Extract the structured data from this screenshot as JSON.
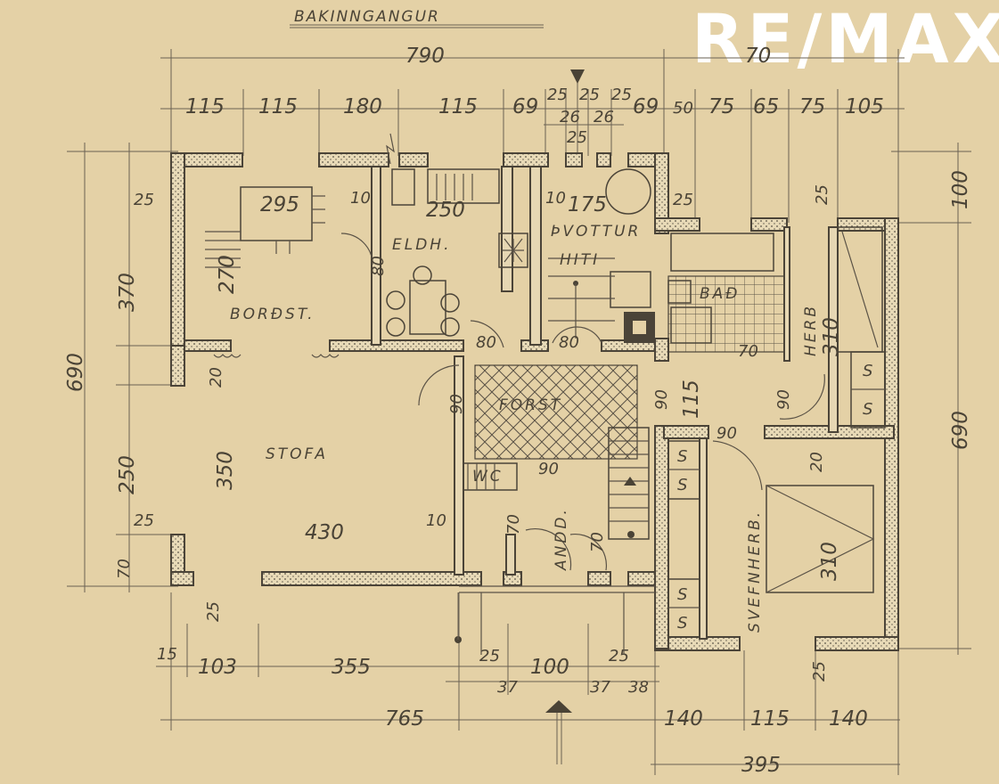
{
  "title": "BAKINNGANGUR",
  "brand": {
    "logo_text": "RE/MAX",
    "logo_color": "#ffffff",
    "paper_color": "#e4d1a6",
    "ink_color": "#4b4438"
  },
  "rooms": {
    "eldh": "ELDH.",
    "bordst": "BORÐST.",
    "hiti": "HITI",
    "bad": "BAÐ",
    "herb_top": "HERB",
    "stofa": "STOFA",
    "forst": "FORST",
    "andd": "ANDD.",
    "svefnherb": "SVEFNHERB.",
    "wc": "WC",
    "dvottur": "ÞVOTTUR"
  },
  "top_dims": {
    "total": "790",
    "labels": [
      "115",
      "115",
      "180",
      "115",
      "69",
      "25",
      "25",
      "25",
      "69",
      "50",
      "75",
      "65",
      "75",
      "105"
    ],
    "sub_labels": [
      "26",
      "26",
      "25"
    ],
    "small": "70"
  },
  "bottom_dims": {
    "row1": [
      "15",
      "103",
      "355",
      "25",
      "100",
      "25"
    ],
    "row2": [
      "37",
      "37",
      "38"
    ],
    "total_left": "765",
    "right_parts": [
      "140",
      "115",
      "140"
    ],
    "total_right": "395"
  },
  "left_dims": {
    "total": "690",
    "top": "370",
    "bottom": "250",
    "a": "25",
    "b": "70",
    "c": "25"
  },
  "right_dims": {
    "total": "690",
    "top": "100",
    "a": "25",
    "b": "25"
  },
  "inner_dims": {
    "bordst_w": "295",
    "bordst_h": "270",
    "w10a": "10",
    "eldh_w": "250",
    "eldh_w2": "10",
    "hiti_w": "175",
    "d80a": "80",
    "d80b": "80",
    "d80c": "80",
    "stofa_h": "350",
    "stofa_w": "430",
    "d20": "20",
    "d90a": "90",
    "d90b": "90",
    "d115": "115",
    "d90c": "90",
    "d90d": "90",
    "d90e": "90",
    "d10": "10",
    "d70a": "70",
    "d70b": "70",
    "d70c": "70",
    "herb_h": "310",
    "herb_d20": "20",
    "svefn_h": "310",
    "s": "S"
  }
}
